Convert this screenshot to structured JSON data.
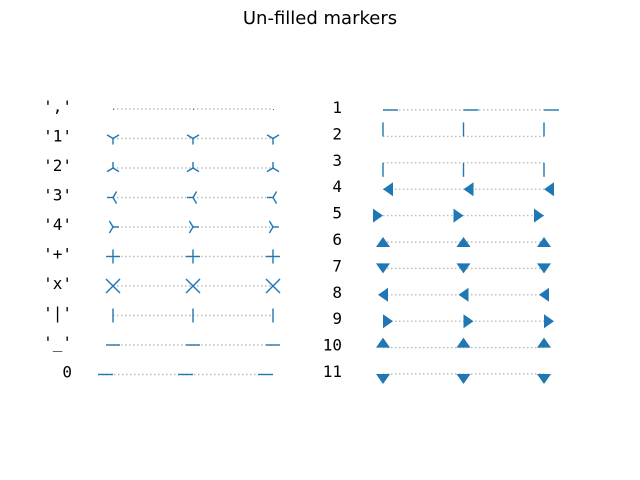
{
  "chart_data": {
    "type": "scatter",
    "title": "Un-filled markers",
    "grid": false,
    "axes_visible": false,
    "marker_color": "#1f77b4",
    "line_color": "#bbbbbb",
    "line_style": "dotted",
    "x": [
      0,
      1,
      2
    ],
    "columns": [
      {
        "rows": [
          {
            "label": "','",
            "marker": "pixel"
          },
          {
            "label": "'1'",
            "marker": "tri_down"
          },
          {
            "label": "'2'",
            "marker": "tri_up"
          },
          {
            "label": "'3'",
            "marker": "tri_left"
          },
          {
            "label": "'4'",
            "marker": "tri_right"
          },
          {
            "label": "'+'",
            "marker": "plus"
          },
          {
            "label": "'x'",
            "marker": "x"
          },
          {
            "label": "'|'",
            "marker": "vline"
          },
          {
            "label": "'_'",
            "marker": "hline"
          },
          {
            "label": "0",
            "marker": "tickleft"
          }
        ]
      },
      {
        "rows": [
          {
            "label": "1",
            "marker": "tickright"
          },
          {
            "label": "2",
            "marker": "tickup"
          },
          {
            "label": "3",
            "marker": "tickdown"
          },
          {
            "label": "4",
            "marker": "caretleft"
          },
          {
            "label": "5",
            "marker": "caretright"
          },
          {
            "label": "6",
            "marker": "caretup"
          },
          {
            "label": "7",
            "marker": "caretdown"
          },
          {
            "label": "8",
            "marker": "caretleftbase"
          },
          {
            "label": "9",
            "marker": "caretrightbase"
          },
          {
            "label": "10",
            "marker": "caretupbase"
          },
          {
            "label": "11",
            "marker": "caretdownbase"
          }
        ]
      }
    ]
  }
}
